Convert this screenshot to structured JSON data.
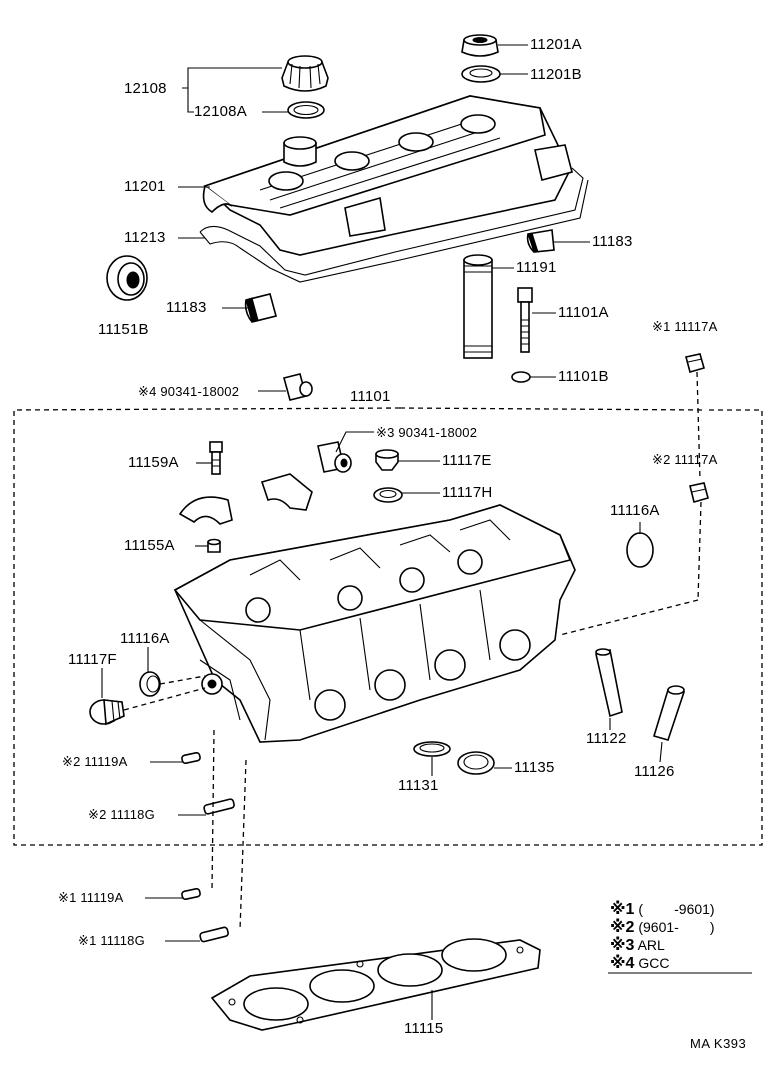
{
  "labels": {
    "p12108": "12108",
    "p12108A": "12108A",
    "p11201A": "11201A",
    "p11201B": "11201B",
    "p11201": "11201",
    "p11213": "11213",
    "p11183_r": "11183",
    "p11191": "11191",
    "p11151B": "11151B",
    "p11183_l": "11183",
    "p11101A": "11101A",
    "p111117A": "※1 11117A",
    "p11101B": "11101B",
    "p4_90341": "※4 90341-18002",
    "p11101": "11101",
    "p3_90341": "※3 90341-18002",
    "p11159A": "11159A",
    "p11117E": "11117E",
    "p211117A": "※2 11117A",
    "p11117H": "11117H",
    "p11116A_r": "11116A",
    "p11155A": "11155A",
    "p11116A_l": "11116A",
    "p11117F": "11117F",
    "p11122": "11122",
    "p11126": "11126",
    "p211119A": "※2 11119A",
    "p11135": "11135",
    "p11131": "11131",
    "p211118G": "※2 11118G",
    "p111119A": "※1 11119A",
    "p111118G": "※1 11118G",
    "p11115": "11115"
  },
  "legend": [
    {
      "mark": "※1",
      "text": "(        -9601)"
    },
    {
      "mark": "※2",
      "text": "(9601-        )"
    },
    {
      "mark": "※3",
      "text": "ARL"
    },
    {
      "mark": "※4",
      "text": "GCC"
    }
  ],
  "ref_code": "MA K393"
}
